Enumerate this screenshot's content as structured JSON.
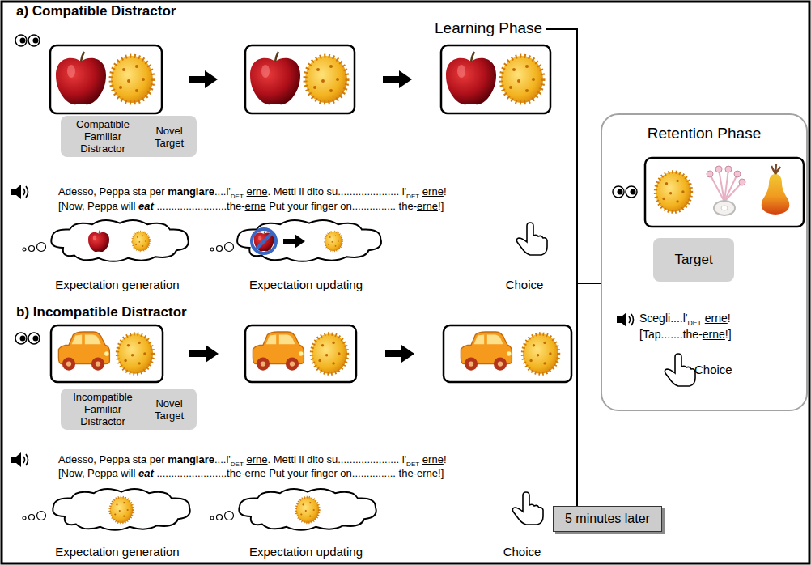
{
  "diagram": {
    "nodes": [
      {
        "text": [
          "Compatible Familiar Distractor",
          "Novel Target"
        ]
      },
      {
        "text": [
          "Retention Phase"
        ]
      },
      {
        "text": [
          "Target"
        ],
        "in": 1
      },
      {
        "text": [
          "Incompatible Familiar Distractor",
          "Novel Target"
        ]
      },
      {
        "text": [
          "5 minutes later"
        ]
      }
    ],
    "labels": [
      "a) Compatible Distractor",
      "Learning Phase",
      "Adesso, Peppa sta per",
      "mangiare",
      "....l'",
      "DET",
      "erne",
      ". Metti il dito su.....................",
      "l'",
      "DET",
      "erne",
      "!",
      "[Now, Peppa will",
      "eat",
      "........................the-",
      "erne",
      "Put your finger on............... the-",
      "erne",
      "!]",
      "Expectation generation",
      "Expectation updating",
      "Choice",
      "b) Incompatible Distractor",
      "Adesso, Peppa sta per",
      "mangiare",
      "....l'",
      "DET",
      "erne",
      ". Metti il dito su.....................",
      "l'",
      "DET",
      "erne",
      "!",
      "[Now, Peppa will",
      "eat",
      "........................the-",
      "erne",
      "Put your finger on............... the-",
      "erne",
      "!]",
      "Expectation generation",
      "Expectation updating",
      "Choice",
      "Scegli....l'",
      "DET",
      "erne",
      "!",
      "[Tap.......the-",
      "erne",
      "!]",
      "Choice"
    ]
  }
}
